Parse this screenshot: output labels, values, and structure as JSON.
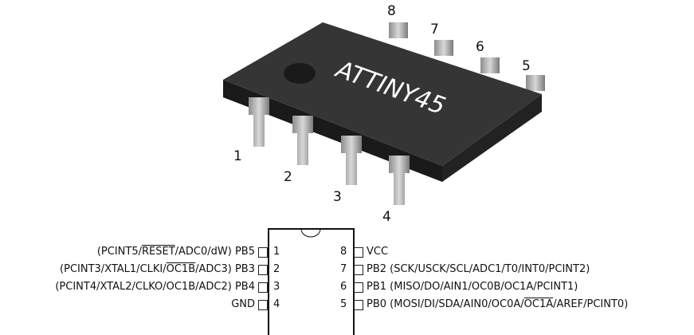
{
  "chip": {
    "marking": "ATTINY45",
    "body_color": "#2b2b2b",
    "pin_color": "#b9b9b9"
  },
  "photo_pin_numbers": [
    "1",
    "2",
    "3",
    "4",
    "5",
    "6",
    "7",
    "8"
  ],
  "pinout": {
    "left": [
      {
        "num": "1",
        "pre": "(PCINT5/",
        "over": "RESET",
        "post": "/ADC0/dW) PB5"
      },
      {
        "num": "2",
        "pre": "(PCINT3/XTAL1/CLKI/",
        "over": "OC1B",
        "post": "/ADC3) PB3"
      },
      {
        "num": "3",
        "pre": "(PCINT4/XTAL2/CLKO/OC1B/ADC2) PB4",
        "over": "",
        "post": ""
      },
      {
        "num": "4",
        "pre": "GND",
        "over": "",
        "post": ""
      }
    ],
    "right": [
      {
        "num": "8",
        "pre": "VCC",
        "over": "",
        "post": ""
      },
      {
        "num": "7",
        "pre": "PB2 (SCK/USCK/SCL/ADC1/T0/INT0/PCINT2)",
        "over": "",
        "post": ""
      },
      {
        "num": "6",
        "pre": "PB1 (MISO/DO/AIN1/OC0B/OC1A/PCINT1)",
        "over": "",
        "post": ""
      },
      {
        "num": "5",
        "pre": "PB0 (MOSI/DI/SDA/AIN0/OC0A/",
        "over": "OC1A",
        "post": "/AREF/PCINT0)"
      }
    ]
  }
}
